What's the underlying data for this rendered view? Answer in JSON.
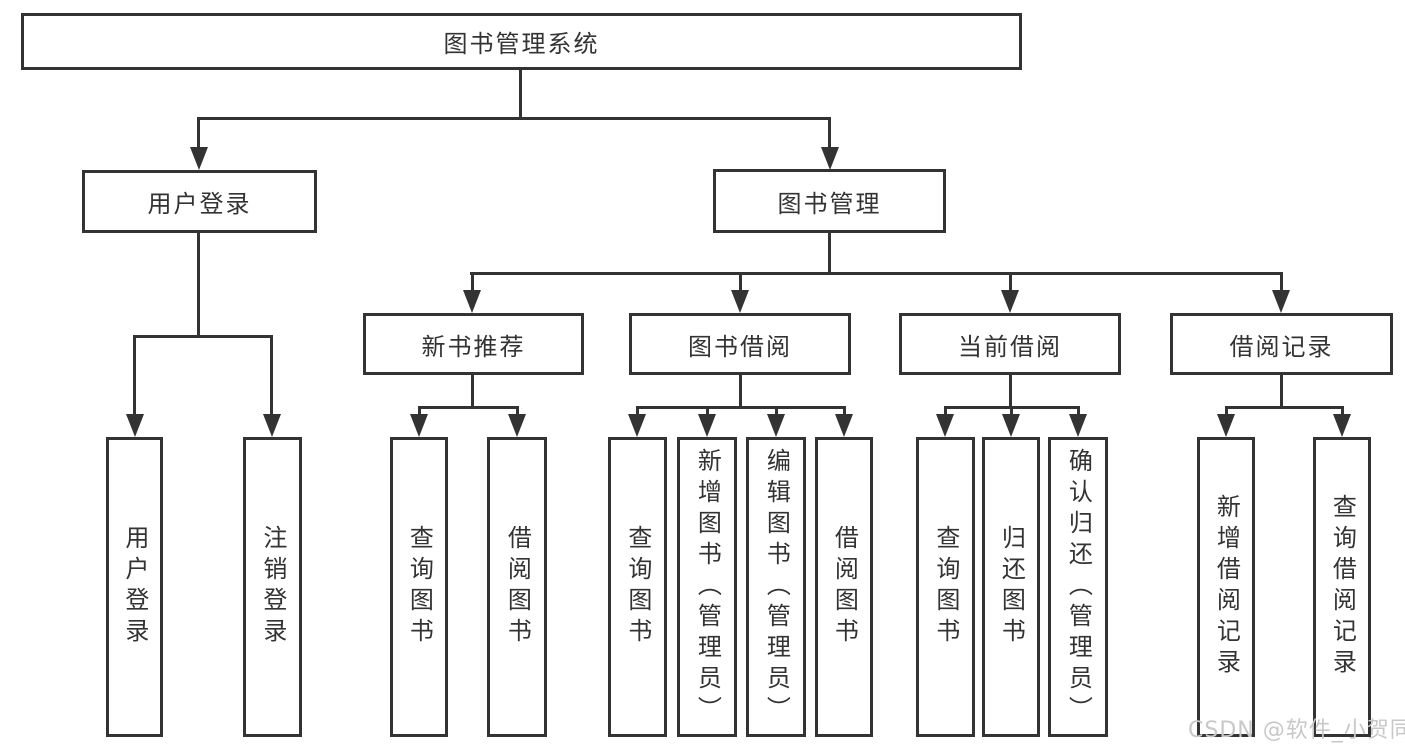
{
  "diagram": {
    "root": {
      "label": "图书管理系统"
    },
    "level2": [
      {
        "id": "user-login",
        "label": "用户登录"
      },
      {
        "id": "book-management",
        "label": "图书管理"
      }
    ],
    "level3": [
      {
        "id": "new-book-recommend",
        "parent": "图书管理",
        "label": "新书推荐"
      },
      {
        "id": "book-borrowing",
        "parent": "图书管理",
        "label": "图书借阅"
      },
      {
        "id": "current-borrowing",
        "parent": "图书管理",
        "label": "当前借阅"
      },
      {
        "id": "borrowing-records",
        "parent": "图书管理",
        "label": "借阅记录"
      }
    ],
    "leaves": [
      {
        "parent": "用户登录",
        "label": "用户登录"
      },
      {
        "parent": "用户登录",
        "label": "注销登录"
      },
      {
        "parent": "新书推荐",
        "label": "查询图书"
      },
      {
        "parent": "新书推荐",
        "label": "借阅图书"
      },
      {
        "parent": "图书借阅",
        "label": "查询图书"
      },
      {
        "parent": "图书借阅",
        "label": "新增图书（管理员）"
      },
      {
        "parent": "图书借阅",
        "label": "编辑图书（管理员）"
      },
      {
        "parent": "图书借阅",
        "label": "借阅图书"
      },
      {
        "parent": "当前借阅",
        "label": "查询图书"
      },
      {
        "parent": "当前借阅",
        "label": "归还图书"
      },
      {
        "parent": "当前借阅",
        "label": "确认归还（管理员）"
      },
      {
        "parent": "借阅记录",
        "label": "新增借阅记录"
      },
      {
        "parent": "借阅记录",
        "label": "查询借阅记录"
      }
    ],
    "watermark": "CSDN @软件_小贺同学",
    "colors": {
      "line": "#333333",
      "text": "#333333",
      "background": "#ffffff",
      "watermark": "#c8c8c8"
    }
  }
}
